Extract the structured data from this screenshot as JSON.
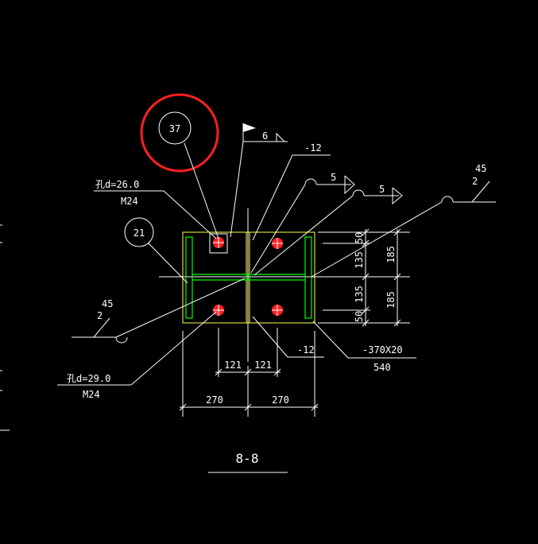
{
  "section_title": "8-8",
  "callouts": {
    "detail_37": "37",
    "detail_21": "21"
  },
  "bolt_notes": {
    "top_hole": "孔d=26.0",
    "top_bolt": "M24",
    "bottom_hole": "孔d=29.0",
    "bottom_bolt": "M24"
  },
  "weld_symbols": {
    "flag_weld": "6",
    "weld_a": "5",
    "weld_b": "5",
    "right_bevel_angle": "45",
    "right_bevel_gap": "2",
    "left_bevel_angle": "45",
    "left_bevel_gap": "2"
  },
  "plate_labels": {
    "top_plate": "-12",
    "bottom_plate": "-12",
    "end_plate": "-370X20",
    "end_plate_len": "540"
  },
  "dimensions": {
    "bolt_gauge_left": "121",
    "bolt_gauge_right": "121",
    "half_width_left": "270",
    "half_width_right": "270",
    "v_edge_top": "50",
    "v_pitch_top": "135",
    "v_pitch_bottom": "135",
    "v_edge_bottom": "50",
    "v_half_top": "185",
    "v_half_bottom": "185"
  },
  "colors": {
    "background": "#000000",
    "linework": "#ffffff",
    "plate_outline": "#ffff40",
    "stiffener": "#00ff00",
    "bolt": "#ff2020",
    "highlight_ring": "#ff2020"
  }
}
